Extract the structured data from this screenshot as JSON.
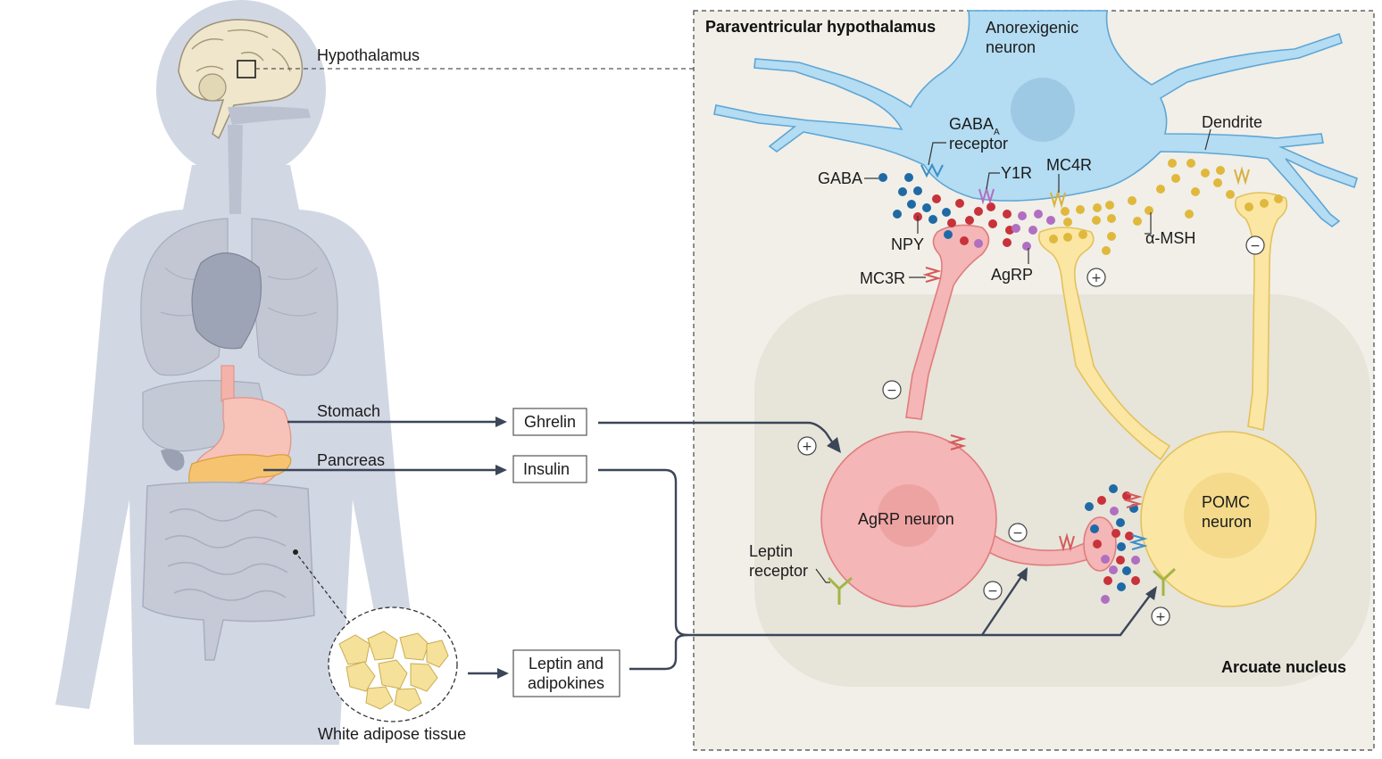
{
  "labels": {
    "hypothalamus": "Hypothalamus",
    "stomach": "Stomach",
    "pancreas": "Pancreas",
    "white_adipose": "White adipose tissue",
    "paraventricular": "Paraventricular hypothalamus",
    "anorexigenic_1": "Anorexigenic",
    "anorexigenic_2": "neuron",
    "gaba_a_1": "GABA",
    "gaba_a_sub": "A",
    "gaba_a_2": "receptor",
    "gaba": "GABA",
    "y1r": "Y1R",
    "mc4r": "MC4R",
    "dendrite": "Dendrite",
    "npy": "NPY",
    "agrp": "AgRP",
    "alpha_msh": "α-MSH",
    "mc3r": "MC3R",
    "agrp_neuron": "AgRP neuron",
    "pomc_1": "POMC",
    "pomc_2": "neuron",
    "leptin_receptor_1": "Leptin",
    "leptin_receptor_2": "receptor",
    "arcuate": "Arcuate nucleus"
  },
  "hormones": {
    "ghrelin": "Ghrelin",
    "insulin": "Insulin",
    "leptin_1": "Leptin and",
    "leptin_2": "adipokines"
  },
  "signs": {
    "plus": "+",
    "minus": "−"
  },
  "colors": {
    "body": "#d2d7e4",
    "organ": "#bcc1cf",
    "panel_bg": "#f1efe8",
    "arcuate_bg": "#e7e4da",
    "anorexigenic": "#b4dcf2",
    "agrp": "#f4b6b6",
    "pomc": "#fbe6a4",
    "arrow": "#3b4658",
    "gaba_dot": "#1f6aa5",
    "npy_dot": "#c8323a",
    "agrp_dot": "#b06fc0",
    "msh_dot": "#e0b83c"
  }
}
